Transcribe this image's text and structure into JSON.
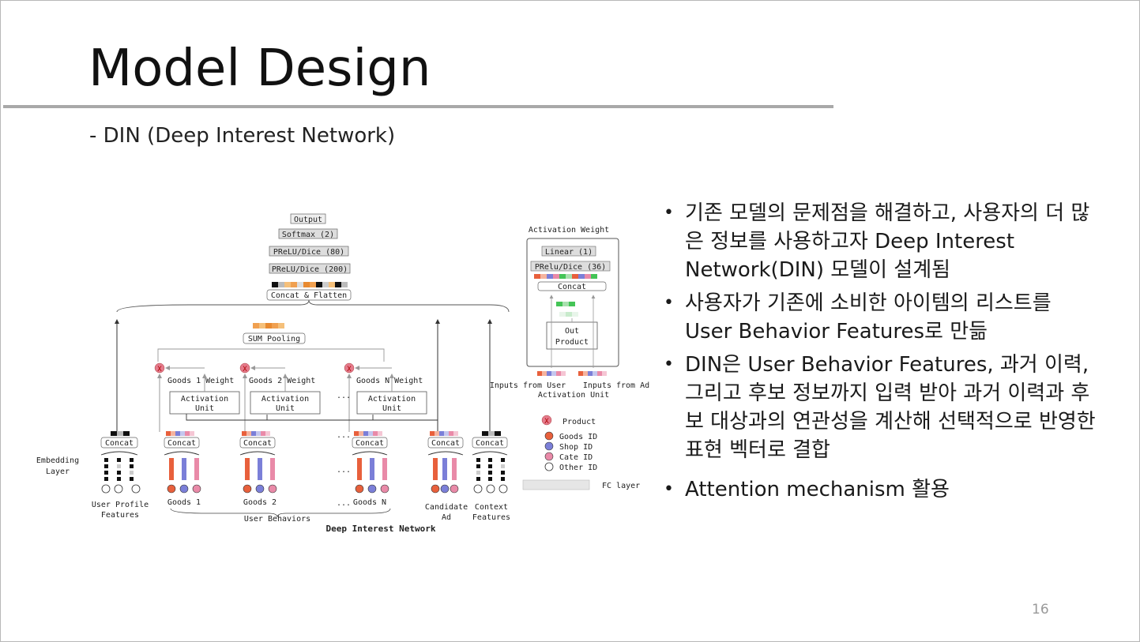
{
  "slide": {
    "title": "Model Design",
    "subtitle": "- DIN (Deep Interest Network)",
    "page_number": "16"
  },
  "bullets": [
    "기존 모델의 문제점을 해결하고, 사용자의 더 많은 정보를 사용하고자 Deep Interest Network(DIN) 모델이 설계됨",
    "사용자가 기존에 소비한 아이템의 리스트를 User Behavior Features로 만듦",
    "DIN은 User Behavior Features, 과거 이력, 그리고 후보 정보까지 입력 받아 과거 이력과 후보 대상과의 연관성을 계산해 선택적으로 반영한 표현 벡터로 결합",
    "Attention mechanism 활용"
  ],
  "bullet_marker": "•",
  "figure": {
    "caption": "Deep Interest Network",
    "top_layers": [
      "Output",
      "Softmax (2)",
      "PReLU/Dice (80)",
      "PReLU/Dice (200)"
    ],
    "concat_flatten": "Concat & Flatten",
    "sum_pooling": "SUM Pooling",
    "weights": [
      "Goods 1 Weight",
      "Goods 2 Weight",
      "Goods N Weight"
    ],
    "activation_unit": [
      "Activation",
      "Unit"
    ],
    "concat": "Concat",
    "ellipsis": "...",
    "embedding_layer": [
      "Embedding",
      "Layer"
    ],
    "bottom_labels": {
      "user_profile": [
        "User Profile",
        "Features"
      ],
      "goods": [
        "Goods 1",
        "Goods 2",
        "Goods N"
      ],
      "user_behaviors": "User Behaviors",
      "candidate": [
        "Candidate",
        "Ad"
      ],
      "context": [
        "Context",
        "Features"
      ]
    },
    "activation_detail": {
      "title": "Activation Weight",
      "linear": "Linear (1)",
      "prelu": "PRelu/Dice (36)",
      "concat": "Concat",
      "out_product": [
        "Out",
        "Product"
      ],
      "inputs_user": "Inputs from User",
      "inputs_ad": "Inputs from Ad",
      "unit_caption": "Activation Unit"
    },
    "legend": {
      "product": "Product",
      "product_symbol": "X",
      "goods_id": "Goods ID",
      "shop_id": "Shop ID",
      "cate_id": "Cate ID",
      "other_id": "Other ID",
      "fc_layer": "FC layer"
    },
    "colors": {
      "goods": "#e8603c",
      "shop": "#7b7fd8",
      "cate": "#e98aa8",
      "other": "#ffffff",
      "orange_emb": "#f0a050",
      "green_emb": "#44c456",
      "product_circle": "#e57b8c",
      "fc_layer": "#e6e6e6"
    }
  }
}
